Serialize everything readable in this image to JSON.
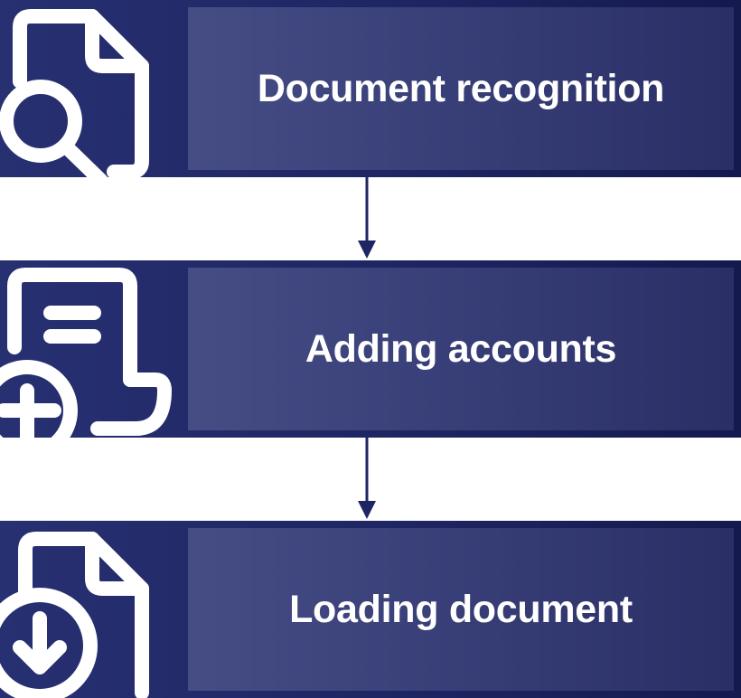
{
  "colors": {
    "band": "#1e2563",
    "panel": "#393f78",
    "text": "#ffffff",
    "arrow": "#1e2563"
  },
  "steps": [
    {
      "label": "Document recognition",
      "icon": "document-search-icon"
    },
    {
      "label": "Adding accounts",
      "icon": "document-add-icon"
    },
    {
      "label": "Loading document",
      "icon": "document-download-icon"
    }
  ]
}
